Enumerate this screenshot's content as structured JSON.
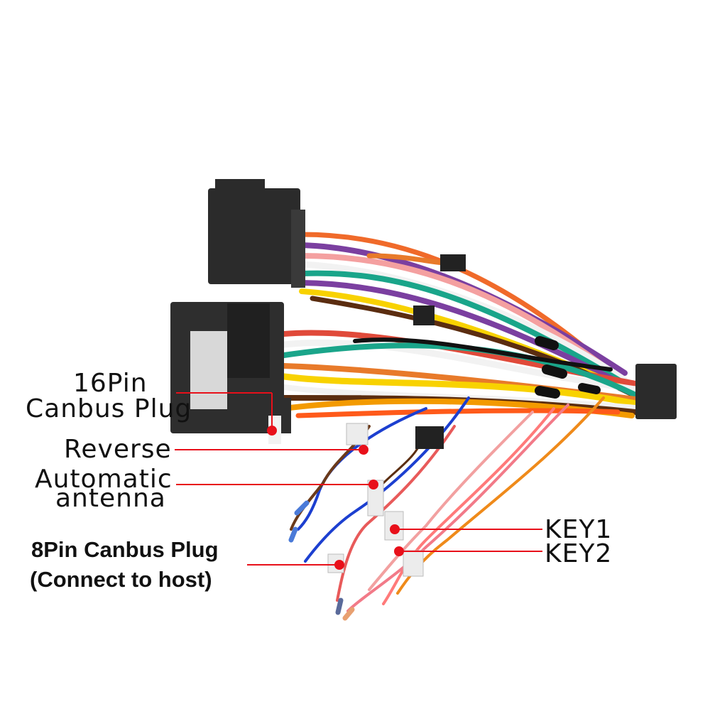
{
  "labels": {
    "canbus16": {
      "line1": "16Pin",
      "line2": "Canbus Plug"
    },
    "reverse": "Reverse",
    "antenna": {
      "line1": "Automatic",
      "line2": "antenna"
    },
    "canbus8": {
      "line1": "8Pin Canbus Plug",
      "line2": "(Connect to host)"
    },
    "key1": "KEY1",
    "key2": "KEY2"
  },
  "colors": {
    "callout": "#e8101a",
    "connector": "#2b2b2b",
    "text": "#111111"
  }
}
